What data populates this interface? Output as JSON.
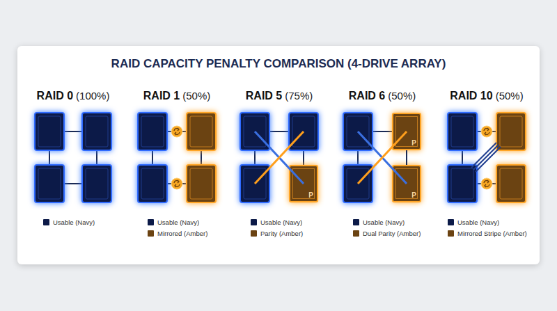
{
  "diagram": {
    "title": "RAID CAPACITY PENALTY COMPARISON (4-DRIVE ARRAY)",
    "nodes": [
      {
        "text": [
          "P"
        ]
      },
      {
        "text": [
          "P"
        ]
      },
      {
        "text": [
          "P"
        ]
      }
    ],
    "edges": [
      {
        "from": 1,
        "to": 2,
        "arrow": "none"
      }
    ],
    "labels": [
      "RAID 0",
      "(100%)",
      "RAID 1",
      "(50%)",
      "RAID 5",
      "(75%)",
      "RAID 6",
      "(50%)",
      "RAID 10",
      "(50%)"
    ],
    "legend": [
      {
        "text": "Usable (Navy)",
        "color": "#0c1a48"
      },
      {
        "text": "Usable (Navy)",
        "color": "#0c1a48"
      },
      {
        "text": "Mirrored (Amber)",
        "color": "#6b4312"
      },
      {
        "text": "Usable (Navy)",
        "color": "#0c1a48"
      },
      {
        "text": "Parity (Amber)",
        "color": "#6b4312"
      },
      {
        "text": "Usable (Navy)",
        "color": "#0c1a48"
      },
      {
        "text": "Dual Parity (Amber)",
        "color": "#6b4312"
      },
      {
        "text": "Usable (Navy)",
        "color": "#0c1a48"
      },
      {
        "text": "Mirrored Stripe (Amber)",
        "color": "#6b4312"
      }
    ]
  }
}
